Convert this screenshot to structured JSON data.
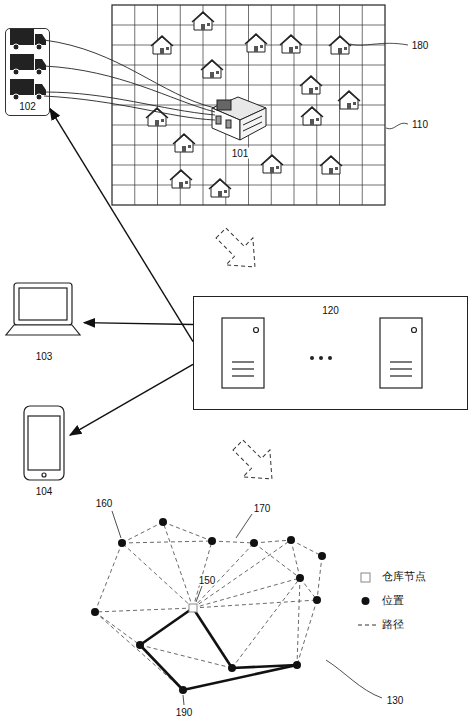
{
  "diagram": {
    "nodes": [
      {
        "text": [
          "102"
        ]
      },
      {
        "text": [
          "120"
        ]
      },
      {
        "text": [
          "103"
        ]
      },
      {
        "text": [
          "104"
        ]
      }
    ],
    "edges": [
      {
        "from": 1,
        "to": 0,
        "arrow": "to"
      },
      {
        "from": 1,
        "to": 2,
        "arrow": "to"
      },
      {
        "from": 1,
        "to": 3,
        "arrow": "to"
      }
    ],
    "labels": [
      "180",
      "110",
      "101",
      "160",
      "170",
      "150",
      "190",
      "130"
    ],
    "legend": [
      {
        "text": "仓库节点"
      },
      {
        "text": "位置"
      },
      {
        "text": "路径"
      }
    ]
  }
}
